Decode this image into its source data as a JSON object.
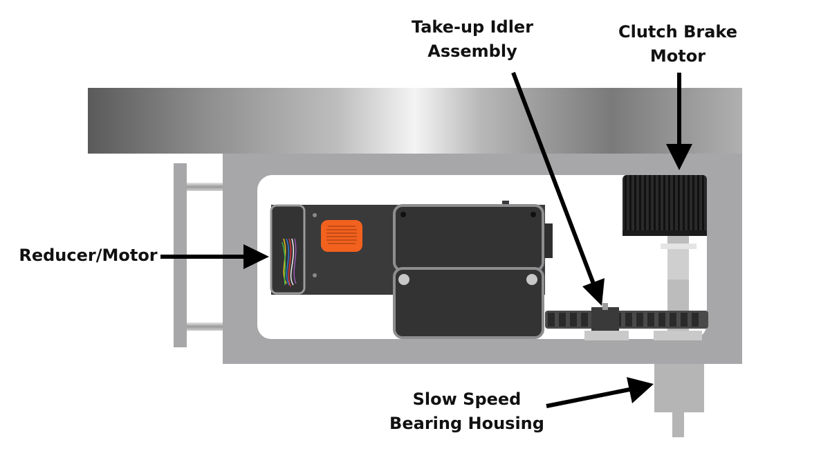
{
  "labels": {
    "take_up_idler": {
      "line1": "Take-up Idler",
      "line2": "Assembly"
    },
    "clutch_brake": {
      "line1": "Clutch Brake",
      "line2": "Motor"
    },
    "reducer_motor": "Reducer/Motor",
    "slow_speed": {
      "line1": "Slow Speed",
      "line2": "Bearing Housing"
    }
  },
  "colors": {
    "frame": "#a7a7a9",
    "motor_body": "#3a3a3b",
    "warning_label": "#f2611e",
    "arrow": "#000000"
  }
}
